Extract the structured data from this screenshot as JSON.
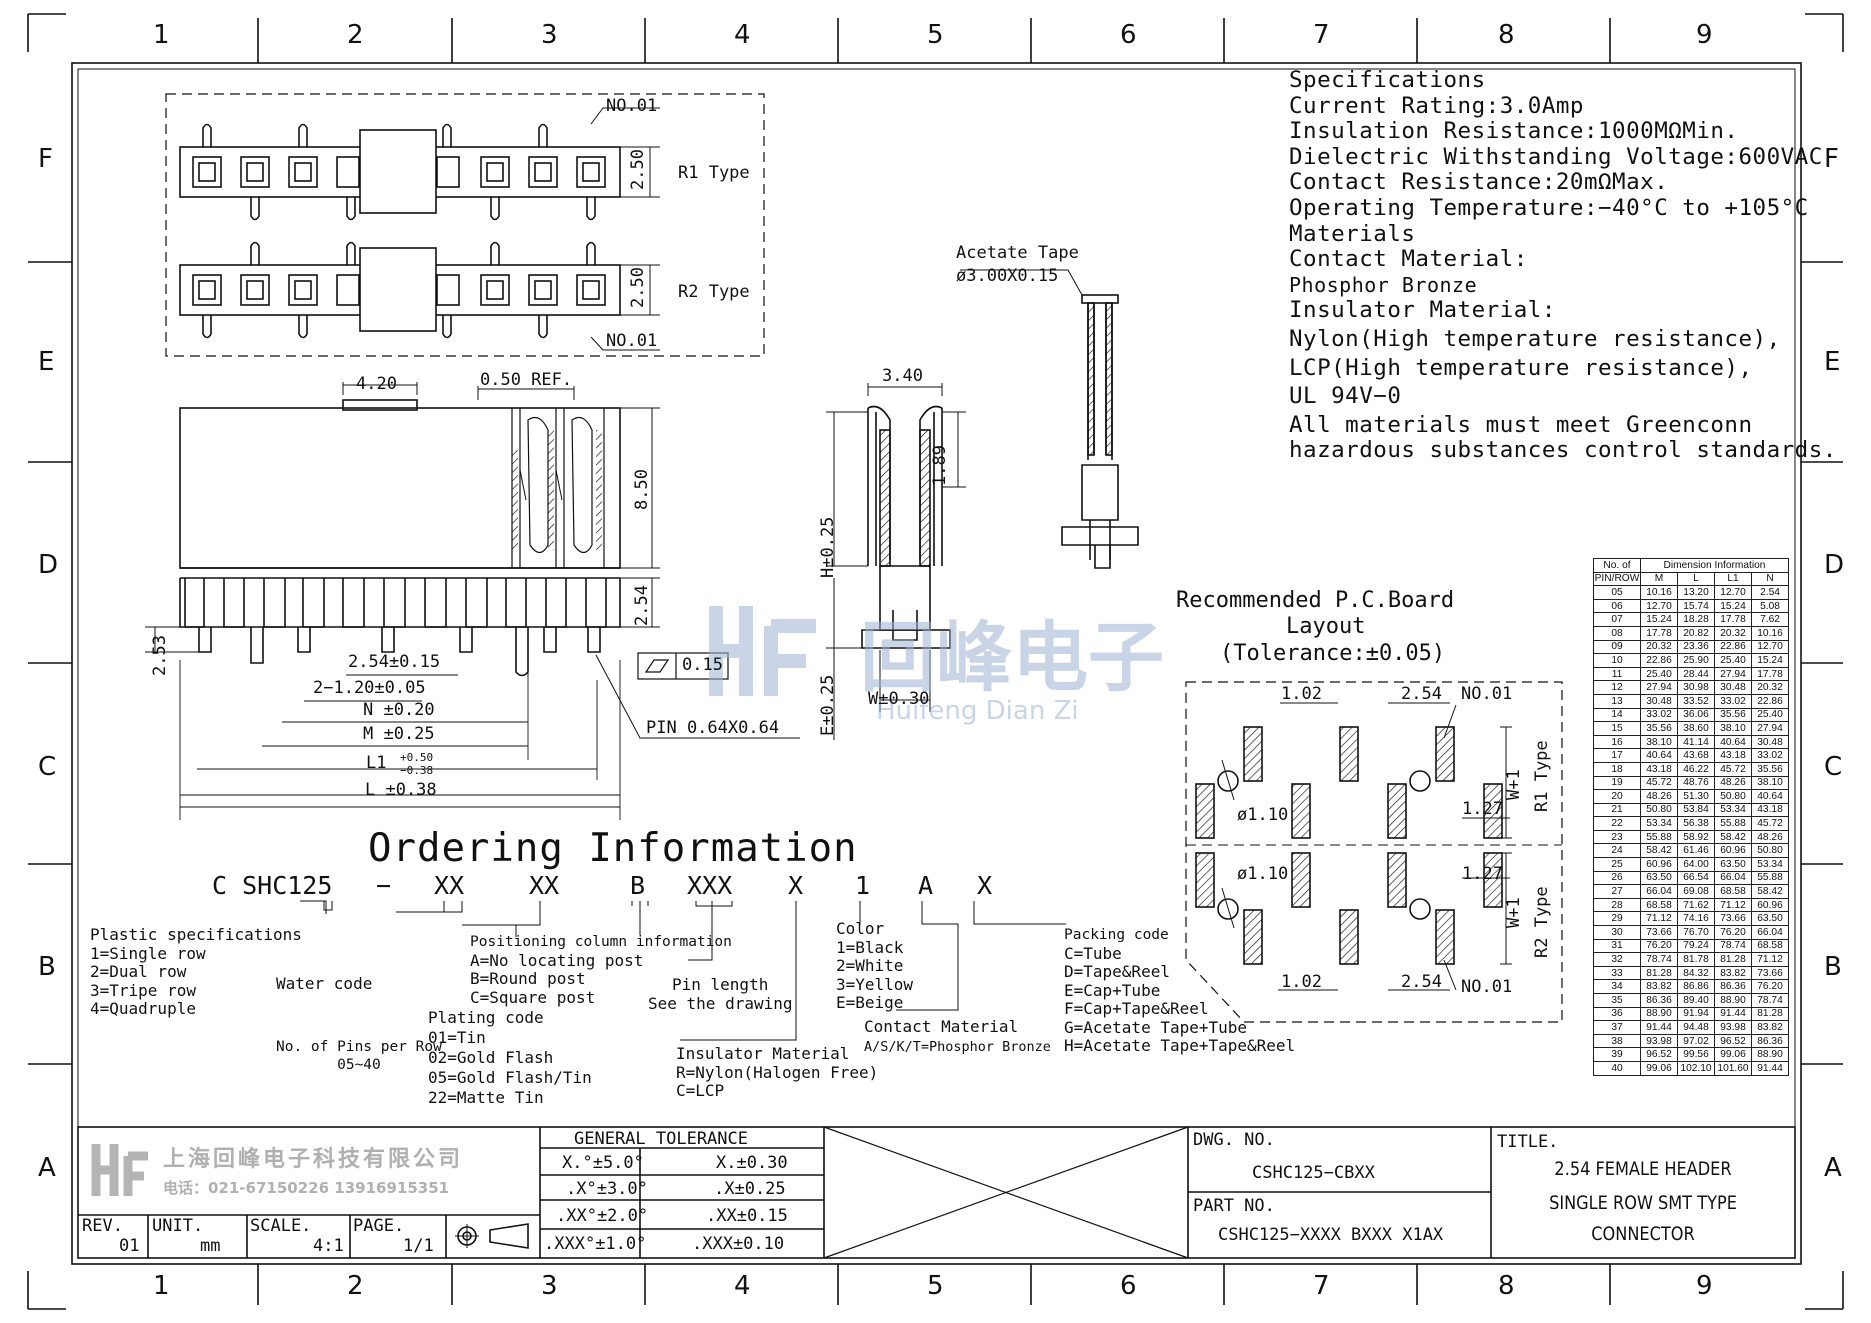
{
  "grid": {
    "columns": [
      "1",
      "2",
      "3",
      "4",
      "5",
      "6",
      "7",
      "8",
      "9"
    ],
    "rows": [
      "F",
      "E",
      "D",
      "C",
      "B",
      "A"
    ]
  },
  "specs": {
    "lines": [
      "Specifications",
      "Current  Rating:3.0Amp",
      "Insulation  Resistance:1000MΩMin.",
      "Dielectric  Withstanding  Voltage:600VAC",
      "Contact  Resistance:20mΩMax.",
      "Operating  Temperature:−40°C  to  +105°C",
      "Materials",
      "Contact  Material:",
      "Phosphor Bronze",
      "Insulator  Material:",
      "Nylon(High  temperature  resistance),",
      "LCP(High  temperature  resistance),",
      "UL  94V−0",
      "All  materials  must  meet  Greenconn",
      "hazardous  substances  control  standards."
    ]
  },
  "top_view": {
    "no01_top": "NO.01",
    "no01_bottom": "NO.01",
    "r1_label": "R1  Type",
    "r2_label": "R2  Type",
    "pitch_r1": "2.50",
    "pitch_r2": "2.50"
  },
  "front_view": {
    "d_420": "4.20",
    "d_050ref": "0.50  REF.",
    "d_850": "8.50",
    "d_254v": "2.54",
    "d_253": "2.53",
    "d_254pitch": "2.54±0.15",
    "d_120": "2−1.20±0.05",
    "d_n": "N  ±0.20",
    "d_m": "M  ±0.25",
    "d_l1": "L1",
    "d_l1_tol_up": "+0.50",
    "d_l1_tol_dn": "−0.38",
    "d_l": "L  ±0.38",
    "flatness": "0.15",
    "pin": "PIN  0.64X0.64"
  },
  "side_view": {
    "d_340": "3.40",
    "d_189": "1.89",
    "d_h": "H±0.25",
    "d_e": "E±0.25",
    "d_w": "W±0.30"
  },
  "tape": {
    "label": "Acetate  Tape",
    "size": "ø3.00X0.15"
  },
  "pcb": {
    "title_1": "Recommended  P.C.Board",
    "title_2": "Layout",
    "title_3": "(Tolerance:±0.05)",
    "r1_type": "R1  Type",
    "r2_type": "R2  Type",
    "w1_top": "W+1",
    "w1_bot": "W+1",
    "d_102_top": "1.02",
    "d_254_top": "2.54",
    "no01_top": "NO.01",
    "d_110_top": "ø1.10",
    "d_127_top": "1.27",
    "d_110_bot": "ø1.10",
    "d_127_bot": "1.27",
    "d_102_bot": "1.02",
    "d_254_bot": "2.54",
    "no01_bot": "NO.01"
  },
  "dimension_table": {
    "header_1": "No. of",
    "header_2": "PIN/ROW",
    "group": "Dimension Information",
    "cols": [
      "M",
      "L",
      "L1",
      "N"
    ],
    "rows": [
      [
        "05",
        "10.16",
        "13.20",
        "12.70",
        "2.54"
      ],
      [
        "06",
        "12.70",
        "15.74",
        "15.24",
        "5.08"
      ],
      [
        "07",
        "15.24",
        "18.28",
        "17.78",
        "7.62"
      ],
      [
        "08",
        "17.78",
        "20.82",
        "20.32",
        "10.16"
      ],
      [
        "09",
        "20.32",
        "23.36",
        "22.86",
        "12.70"
      ],
      [
        "10",
        "22.86",
        "25.90",
        "25.40",
        "15.24"
      ],
      [
        "11",
        "25.40",
        "28.44",
        "27.94",
        "17.78"
      ],
      [
        "12",
        "27.94",
        "30.98",
        "30.48",
        "20.32"
      ],
      [
        "13",
        "30.48",
        "33.52",
        "33.02",
        "22.86"
      ],
      [
        "14",
        "33.02",
        "36.06",
        "35.56",
        "25.40"
      ],
      [
        "15",
        "35.56",
        "38.60",
        "38.10",
        "27.94"
      ],
      [
        "16",
        "38.10",
        "41.14",
        "40.64",
        "30.48"
      ],
      [
        "17",
        "40.64",
        "43.68",
        "43.18",
        "33.02"
      ],
      [
        "18",
        "43.18",
        "46.22",
        "45.72",
        "35.56"
      ],
      [
        "19",
        "45.72",
        "48.76",
        "48.26",
        "38.10"
      ],
      [
        "20",
        "48.26",
        "51.30",
        "50.80",
        "40.64"
      ],
      [
        "21",
        "50.80",
        "53.84",
        "53.34",
        "43.18"
      ],
      [
        "22",
        "53.34",
        "56.38",
        "55.88",
        "45.72"
      ],
      [
        "23",
        "55.88",
        "58.92",
        "58.42",
        "48.26"
      ],
      [
        "24",
        "58.42",
        "61.46",
        "60.96",
        "50.80"
      ],
      [
        "25",
        "60.96",
        "64.00",
        "63.50",
        "53.34"
      ],
      [
        "26",
        "63.50",
        "66.54",
        "66.04",
        "55.88"
      ],
      [
        "27",
        "66.04",
        "69.08",
        "68.58",
        "58.42"
      ],
      [
        "28",
        "68.58",
        "71.62",
        "71.12",
        "60.96"
      ],
      [
        "29",
        "71.12",
        "74.16",
        "73.66",
        "63.50"
      ],
      [
        "30",
        "73.66",
        "76.70",
        "76.20",
        "66.04"
      ],
      [
        "31",
        "76.20",
        "79.24",
        "78.74",
        "68.58"
      ],
      [
        "32",
        "78.74",
        "81.78",
        "81.28",
        "71.12"
      ],
      [
        "33",
        "81.28",
        "84.32",
        "83.82",
        "73.66"
      ],
      [
        "34",
        "83.82",
        "86.86",
        "86.36",
        "76.20"
      ],
      [
        "35",
        "86.36",
        "89.40",
        "88.90",
        "78.74"
      ],
      [
        "36",
        "88.90",
        "91.94",
        "91.44",
        "81.28"
      ],
      [
        "37",
        "91.44",
        "94.48",
        "93.98",
        "83.82"
      ],
      [
        "38",
        "93.98",
        "97.02",
        "96.52",
        "86.36"
      ],
      [
        "39",
        "96.52",
        "99.56",
        "99.06",
        "88.90"
      ],
      [
        "40",
        "99.06",
        "102.10",
        "101.60",
        "91.44"
      ]
    ]
  },
  "ordering": {
    "title": "Ordering  Information",
    "code_parts": [
      "C SHC125",
      "−",
      "XX",
      "XX",
      "B",
      "XXX",
      "X",
      "1",
      "A",
      "X"
    ],
    "plastic": [
      "Plastic  specifications",
      "1=Single  row",
      "2=Dual  row",
      "3=Tripe  row",
      "4=Quadruple"
    ],
    "water": "Water  code",
    "pins": [
      "No. of Pins per Row",
      "05~40"
    ],
    "positioning": [
      "Positioning  column  information",
      "A=No  locating  post",
      "B=Round  post",
      "C=Square  post"
    ],
    "plating": [
      "Plating  code",
      "01=Tin",
      "02=Gold  Flash",
      "05=Gold  Flash/Tin",
      "22=Matte  Tin"
    ],
    "pin_length": [
      "Pin  length",
      "See  the  drawing"
    ],
    "insulator": [
      "Insulator  Material",
      "R=Nylon(Halogen  Free)",
      "C=LCP"
    ],
    "color": [
      "Color",
      "1=Black",
      "2=White",
      "3=Yellow",
      "E=Beige"
    ],
    "contact": [
      "Contact  Material",
      "A/S/K/T=Phosphor  Bronze"
    ],
    "packing": [
      "Packing  code",
      "C=Tube",
      "D=Tape&Reel",
      "E=Cap+Tube",
      "F=Cap+Tape&Reel",
      "G=Acetate  Tape+Tube",
      "H=Acetate  Tape+Tape&Reel"
    ]
  },
  "watermark": {
    "cn": "回峰电子",
    "en": "Huifeng Dian Zi"
  },
  "title_block": {
    "company": "上海回峰电子科技有限公司",
    "contact": "电话：021-67150226   13916915351",
    "rev_label": "REV.",
    "rev": "01",
    "unit_label": "UNIT.",
    "unit": "mm",
    "scale_label": "SCALE.",
    "scale": "4:1",
    "page_label": "PAGE.",
    "page": "1/1",
    "tol_title": "GENERAL  TOLERANCE",
    "tol_rows": [
      [
        "X.°±5.0°",
        "X.±0.30"
      ],
      [
        ".X°±3.0°",
        ".X±0.25"
      ],
      [
        ".XX°±2.0°",
        ".XX±0.15"
      ],
      [
        ".XXX°±1.0°",
        ".XXX±0.10"
      ]
    ],
    "dwg_label": "DWG.  NO.",
    "dwg_no": "CSHC125−CBXX",
    "part_label": "PART  NO.",
    "part_no": "CSHC125−XXXX  BXXX  X1AX",
    "title_label": "TITLE.",
    "title_lines": [
      "2.54  FEMALE  HEADER",
      "SINGLE  ROW  SMT  TYPE",
      "CONNECTOR"
    ]
  }
}
